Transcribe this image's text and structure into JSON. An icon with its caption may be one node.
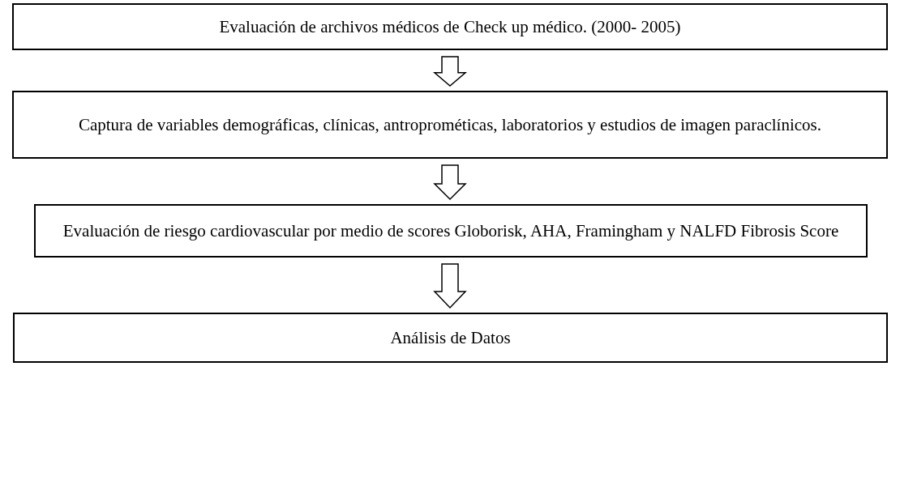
{
  "diagram": {
    "nodes": [
      {
        "text": [
          "Evaluación de archivos médicos de Check up médico. (2000- 2005)"
        ]
      },
      {
        "text": [
          "Captura de variables  demográficas, clínicas, antroprométicas, laboratorios y estudios de imagen paraclínicos."
        ]
      },
      {
        "text": [
          "Evaluación de riesgo cardiovascular por medio de scores Globorisk, AHA, Framingham y NALFD Fibrosis Score"
        ]
      },
      {
        "text": [
          "Análisis de Datos"
        ]
      }
    ],
    "edges": [
      {
        "from": 0,
        "to": 1,
        "arrow": "to"
      },
      {
        "from": 1,
        "to": 2,
        "arrow": "to"
      },
      {
        "from": 2,
        "to": 3,
        "arrow": "to"
      }
    ]
  }
}
